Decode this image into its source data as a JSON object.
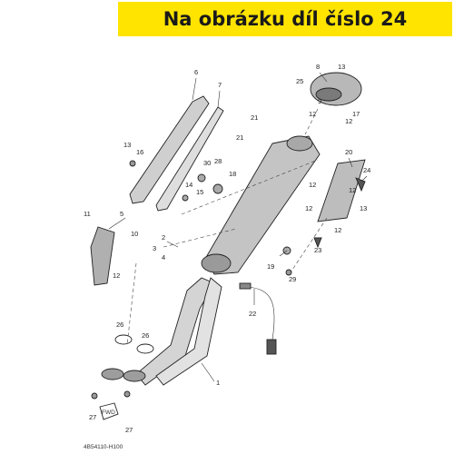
{
  "banner": {
    "text": "Na obrázku díl číslo 24",
    "color": "#ffe400"
  },
  "diagram_code": "4B54110-H100",
  "fwd_label": "FWD",
  "callouts": {
    "c1": "1",
    "c2": "2",
    "c3": "3",
    "c4": "4",
    "c5": "5",
    "c6": "6",
    "c7": "7",
    "c8": "8",
    "c9": "9",
    "c10": "10",
    "c11": "11",
    "c12a": "12",
    "c12b": "12",
    "c12c": "12",
    "c12d": "12",
    "c12e": "12",
    "c12f": "12",
    "c12g": "12",
    "c13a": "13",
    "c13b": "13",
    "c13c": "13",
    "c14": "14",
    "c15": "15",
    "c16": "16",
    "c17": "17",
    "c18": "18",
    "c19": "19",
    "c20": "20",
    "c21a": "21",
    "c21b": "21",
    "c22": "22",
    "c23": "23",
    "c24": "24",
    "c25": "25",
    "c26a": "26",
    "c26b": "26",
    "c27a": "27",
    "c27b": "27",
    "c28": "28",
    "c29": "29",
    "c30": "30"
  }
}
